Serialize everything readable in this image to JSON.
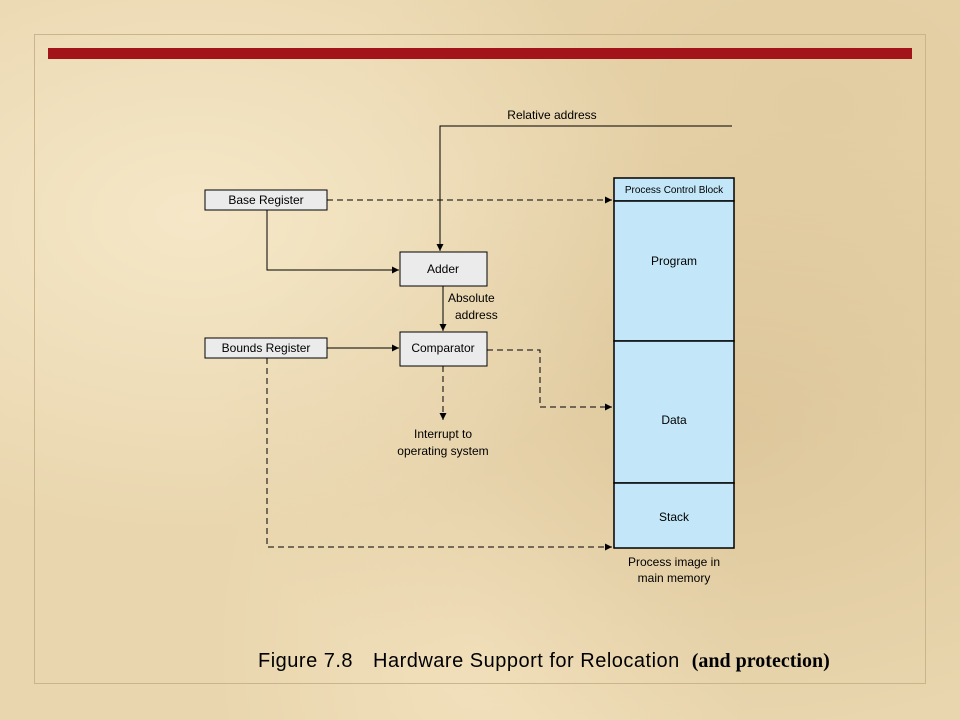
{
  "diagram": {
    "relative_address": "Relative address",
    "base_register": "Base Register",
    "adder": "Adder",
    "absolute_address_line1": "Absolute",
    "absolute_address_line2": "address",
    "bounds_register": "Bounds Register",
    "comparator": "Comparator",
    "interrupt_line1": "Interrupt to",
    "interrupt_line2": "operating system",
    "pcb": "Process Control Block",
    "program": "Program",
    "data": "Data",
    "stack": "Stack",
    "process_image_line1": "Process image in",
    "process_image_line2": "main memory"
  },
  "caption": {
    "figure_number": "Figure 7.8",
    "title": "Hardware Support for Relocation",
    "note": "(and protection)"
  },
  "colors": {
    "accent_bar": "#a3141a",
    "box_fill": "#ebebeb",
    "memory_fill": "#c3e7f8",
    "background": "#e9d6ae"
  }
}
